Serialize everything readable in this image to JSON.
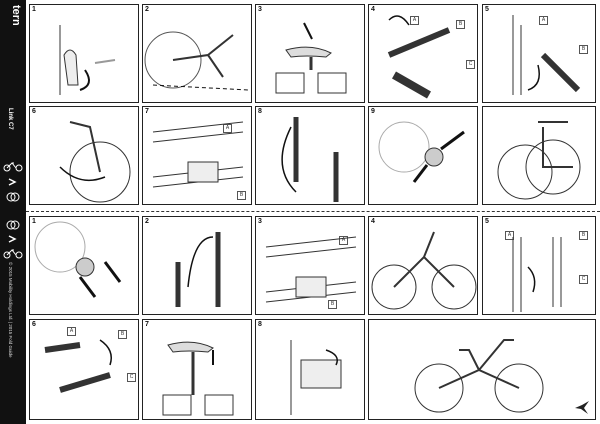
{
  "sidebar": {
    "brand": "tern",
    "model": "Link C7",
    "copyright": "© 2015 Mobility Holdings Ltd. | 2015 Fold Guide"
  },
  "fold_section": {
    "steps": [
      {
        "num": "1"
      },
      {
        "num": "2"
      },
      {
        "num": "3"
      },
      {
        "num": "4",
        "badges": [
          "A",
          "B",
          "C"
        ]
      },
      {
        "num": "5",
        "badges": [
          "A",
          "B"
        ]
      },
      {
        "num": "6"
      },
      {
        "num": "7",
        "badges": [
          "A",
          "B"
        ]
      },
      {
        "num": "8"
      },
      {
        "num": "9"
      },
      {
        "num": ""
      }
    ]
  },
  "unfold_section": {
    "steps": [
      {
        "num": "1"
      },
      {
        "num": "2"
      },
      {
        "num": "3",
        "badges": [
          "A",
          "B"
        ]
      },
      {
        "num": "4"
      },
      {
        "num": "5",
        "badges": [
          "A",
          "B",
          "C"
        ]
      },
      {
        "num": "6",
        "badges": [
          "A",
          "B",
          "C"
        ]
      },
      {
        "num": "7"
      },
      {
        "num": "8"
      },
      {
        "num": ""
      }
    ]
  }
}
